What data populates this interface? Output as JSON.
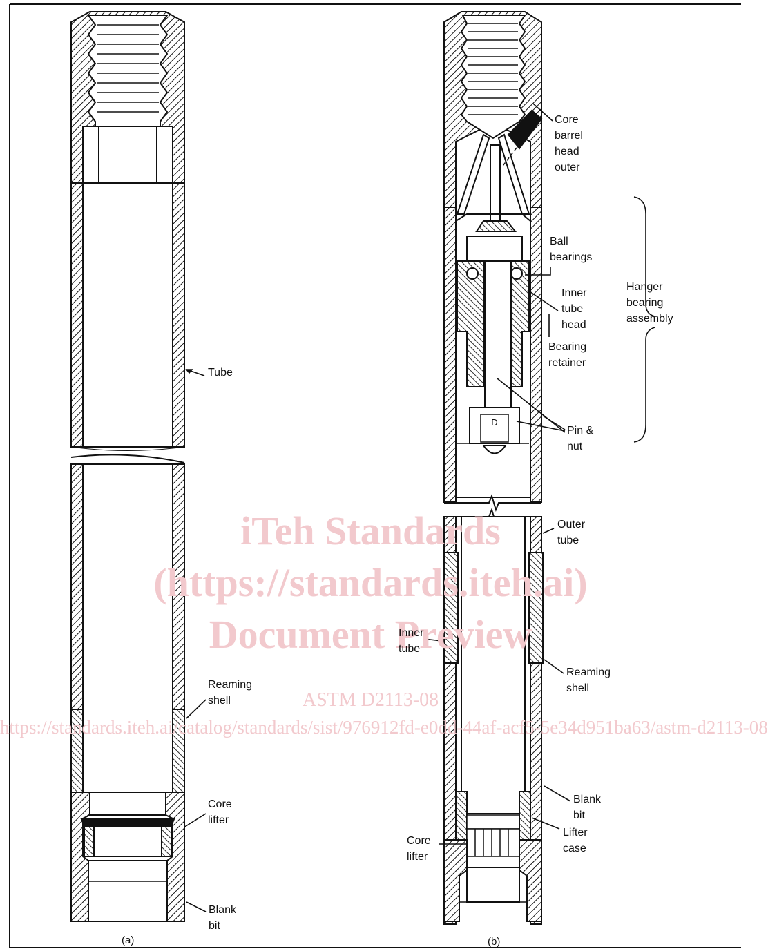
{
  "watermark": {
    "line1": "iTeh Standards",
    "line2": "(https://standards.iteh.ai)",
    "line3": "Document Preview",
    "code": "ASTM D2113-08",
    "url": "https://standards.iteh.ai/catalog/standards/sist/976912fd-e0dd-44af-acf5-5e34d951ba63/astm-d2113-08"
  },
  "captions": {
    "a": "(a)",
    "b": "(b)"
  },
  "labels_a": {
    "tube": "Tube",
    "reaming_shell": "Reaming\nshell",
    "core_lifter": "Core\nlifter",
    "blank_bit": "Blank\nbit"
  },
  "labels_b": {
    "core_barrel_head": "Core\nbarrel\nhead\nouter",
    "ball_bearings": "Ball\nbearings",
    "inner_tube_head": "Inner\ntube\nhead",
    "bearing_retainer": "Bearing\nretainer",
    "pin_nut": "Pin &\nnut",
    "hanger_bearing": "Hanger\nbearing\nassembly",
    "outer_tube": "Outer\ntube",
    "inner_tube": "Inner\ntube",
    "reaming_shell": "Reaming\nshell",
    "blank_bit": "Blank\nbit",
    "lifter_case": "Lifter\ncase",
    "core_lifter": "Core\nlifter"
  }
}
